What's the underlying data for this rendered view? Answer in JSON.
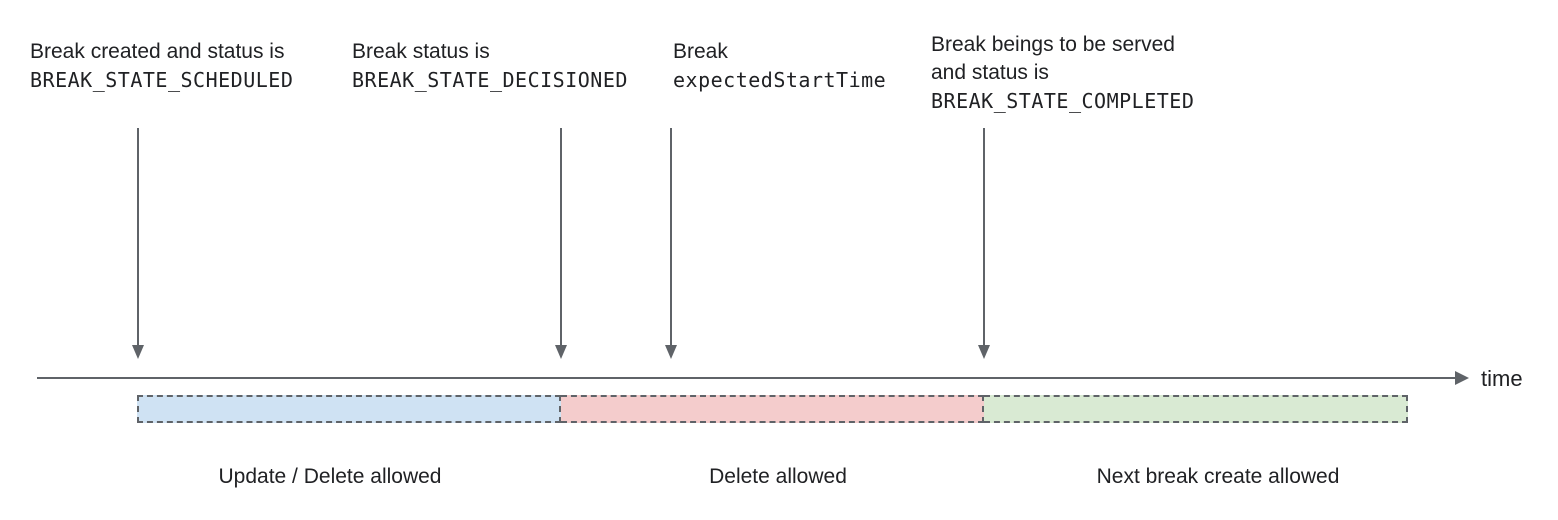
{
  "annotations": [
    {
      "line1": "Break created and status is",
      "line2": "BREAK_STATE_SCHEDULED"
    },
    {
      "line1": "Break status is",
      "line2": "BREAK_STATE_DECISIONED"
    },
    {
      "line1": "Break",
      "line2": "expectedStartTime"
    },
    {
      "line1": "Break beings to be served",
      "line2": "and status is",
      "line3": "BREAK_STATE_COMPLETED"
    }
  ],
  "timeline": {
    "axis_label": "time"
  },
  "segments": [
    {
      "label": "Update / Delete allowed",
      "color": "#cfe2f3"
    },
    {
      "label": "Delete allowed",
      "color": "#f4cccc"
    },
    {
      "label": "Next break create allowed",
      "color": "#d9ead3"
    }
  ],
  "colors": {
    "axis": "#5f6368",
    "text": "#202124"
  }
}
